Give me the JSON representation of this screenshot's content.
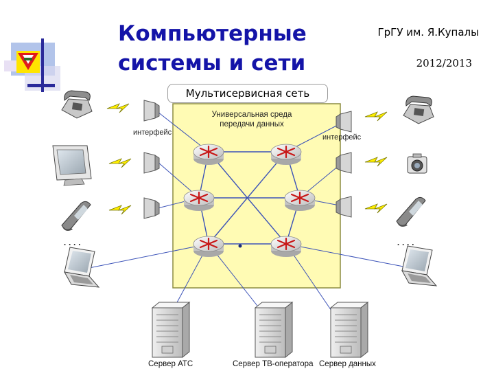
{
  "header": {
    "title_line1": "Компьютерные",
    "title_line2": "системы и сети",
    "university": "ГрГУ им. Я.Купалы",
    "year": "2012/2013"
  },
  "diagram": {
    "title": "Мультисервисная сеть",
    "environment_label_line1": "Универсальная среда",
    "environment_label_line2": "передачи данных",
    "interface_label_left": "интерфейс",
    "interface_label_right": "интерфейс",
    "ellipsis_left": "....",
    "ellipsis_right": "....",
    "servers": {
      "ats": "Сервер АТС",
      "tv": "Сервер ТВ-оператора",
      "data": "Сервер данных"
    }
  },
  "colors": {
    "title": "#1414a8",
    "environment_fill": "#fffbb4",
    "environment_border": "#8c8c40",
    "link_line": "#3b52b8",
    "router_body": "#d9d9d9",
    "router_icon": "#c81818",
    "lightning": "#ffee00",
    "logo_blue": "#4a78c8",
    "logo_yellow": "#ffe500",
    "logo_red": "#e01c1c"
  }
}
